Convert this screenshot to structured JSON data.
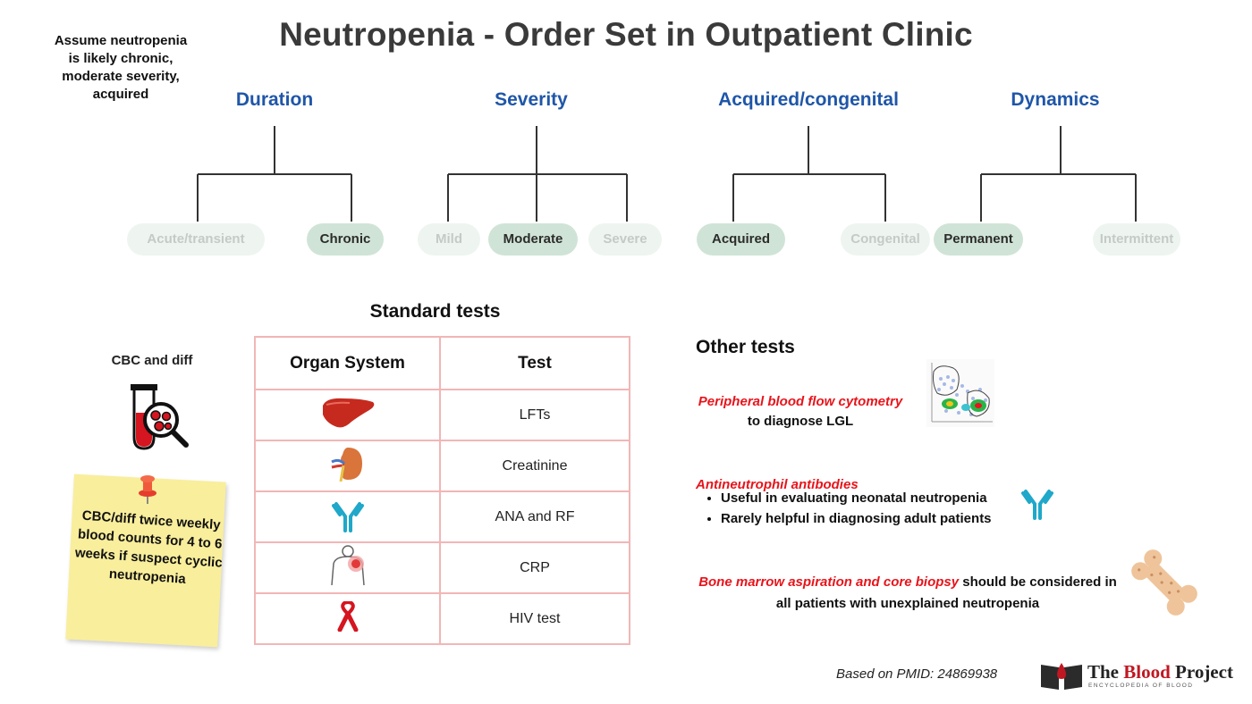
{
  "title": "Neutropenia - Order Set in Outpatient Clinic",
  "assumption": "Assume neutropenia is likely chronic, moderate severity, acquired",
  "categories": [
    {
      "label": "Duration",
      "options": [
        {
          "label": "Acute/transient",
          "selected": false
        },
        {
          "label": "Chronic",
          "selected": true
        }
      ]
    },
    {
      "label": "Severity",
      "options": [
        {
          "label": "Mild",
          "selected": false
        },
        {
          "label": "Moderate",
          "selected": true
        },
        {
          "label": "Severe",
          "selected": false
        }
      ]
    },
    {
      "label": "Acquired/congenital",
      "options": [
        {
          "label": "Acquired",
          "selected": true
        },
        {
          "label": "Congenital",
          "selected": false
        }
      ]
    },
    {
      "label": "Dynamics",
      "options": [
        {
          "label": "Permanent",
          "selected": true
        },
        {
          "label": "Intermittent",
          "selected": false
        }
      ]
    }
  ],
  "cbc": {
    "label": "CBC and diff",
    "icon": "test-tube-magnifier-icon",
    "note": "CBC/diff twice weekly blood counts for 4 to 6 weeks if suspect cyclic neutropenia"
  },
  "standard_tests": {
    "heading": "Standard tests",
    "col_organ": "Organ System",
    "col_test": "Test",
    "rows": [
      {
        "icon": "liver-icon",
        "test": "LFTs"
      },
      {
        "icon": "kidney-icon",
        "test": "Creatinine"
      },
      {
        "icon": "antibody-icon",
        "test": "ANA and RF"
      },
      {
        "icon": "inflamed-shoulder-icon",
        "test": "CRP"
      },
      {
        "icon": "red-ribbon-icon",
        "test": "HIV test"
      }
    ]
  },
  "other_tests": {
    "heading": "Other tests",
    "flow": {
      "title": "Peripheral blood flow cytometry",
      "desc": "to diagnose LGL",
      "icon": "flow-cytometry-plot-icon"
    },
    "antibodies": {
      "title": "Antineutrophil antibodies",
      "bullets": [
        "Useful in evaluating neonatal neutropenia",
        "Rarely helpful in diagnosing adult patients"
      ],
      "icon": "antibody-icon"
    },
    "marrow": {
      "title": "Bone marrow aspiration and core biopsy",
      "desc1": " should be considered in",
      "desc2": "all patients with unexplained neutropenia",
      "icon": "bone-icon"
    }
  },
  "footer": {
    "source": "Based on PMID: 24869938",
    "logo_the": "The ",
    "logo_blood": "Blood",
    "logo_project": " Project",
    "logo_sub": "ENCYCLOPEDIA OF BLOOD"
  },
  "colors": {
    "category_blue": "#1f56a8",
    "selected_pill": "#cfe4d6",
    "unselected_pill": "#eef5f0",
    "table_border": "#f2b6b6",
    "accent_red": "#e8141b",
    "note_yellow": "#f9ee9c"
  }
}
